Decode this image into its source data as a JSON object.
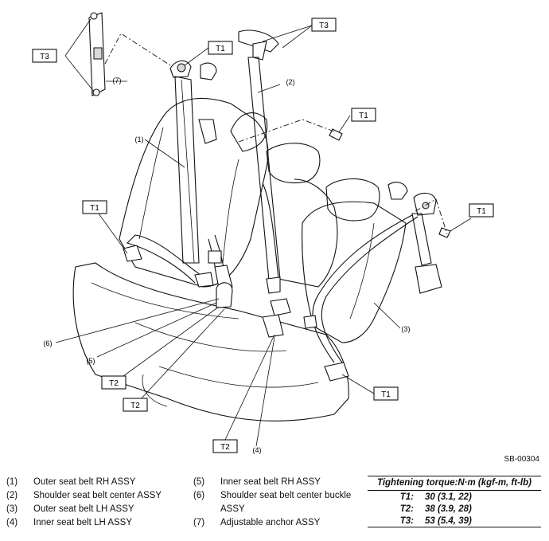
{
  "diagram": {
    "callouts": {
      "t3_left": "T3",
      "t3_top": "T3",
      "t1_top": "T1",
      "t1_right_mid": "T1",
      "t1_left": "T1",
      "t1_right": "T1",
      "t1_bottom": "T1",
      "t2_a": "T2",
      "t2_b": "T2",
      "t2_c": "T2"
    },
    "part_labels": {
      "p1": "(1)",
      "p2": "(2)",
      "p3": "(3)",
      "p4": "(4)",
      "p5": "(5)",
      "p6": "(6)",
      "p7": "(7)"
    },
    "figure_code": "SB-00304"
  },
  "legend": {
    "column1": [
      {
        "num": "(1)",
        "text": "Outer seat belt RH ASSY"
      },
      {
        "num": "(2)",
        "text": "Shoulder seat belt center ASSY"
      },
      {
        "num": "(3)",
        "text": "Outer seat belt LH ASSY"
      },
      {
        "num": "(4)",
        "text": "Inner seat belt LH ASSY"
      }
    ],
    "column2": [
      {
        "num": "(5)",
        "text": "Inner seat belt RH ASSY"
      },
      {
        "num": "(6)",
        "text": "Shoulder seat belt center buckle ASSY"
      },
      {
        "num": "(7)",
        "text": "Adjustable anchor ASSY"
      }
    ]
  },
  "torque": {
    "title": "Tightening torque:N·m (kgf-m, ft-lb)",
    "rows": [
      {
        "key": "T1:",
        "value": "30 (3.1, 22)"
      },
      {
        "key": "T2:",
        "value": "38 (3.9, 28)"
      },
      {
        "key": "T3:",
        "value": "53 (5.4, 39)"
      }
    ]
  }
}
